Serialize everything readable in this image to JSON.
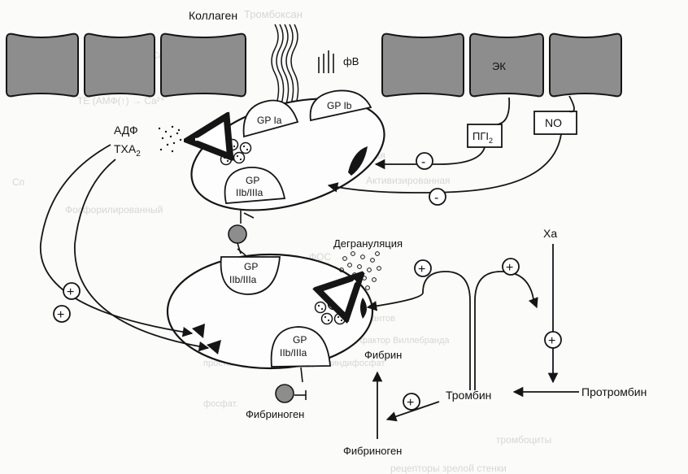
{
  "labels": {
    "collagen": "Коллаген",
    "vwf": "фВ",
    "ek": "ЭК",
    "pgi2_main": "ПГI",
    "pgi2_sub": "2",
    "no": "NO",
    "adp": "АДФ",
    "txa2_main": "ТХА",
    "txa2_sub": "2",
    "gp_ia": "GP Ia",
    "gp_ib": "GP Ib",
    "gp_iibiiia_top_1": "GP",
    "gp_iibiiia_top_2": "IIb/IIIa",
    "gp_iibiiia_mid": "GP IIb/IIIa",
    "gp_iibiiia_low_1": "GP",
    "gp_iibiiia_low_2": "IIb/IIIa",
    "degranulation": "Дегрануляция",
    "xa": "Xa",
    "thrombin": "Тромбин",
    "prothrombin": "Протромбин",
    "fibrin": "Фибрин",
    "fibrinogen_left": "Фибриноген",
    "fibrinogen_bottom": "Фибриноген",
    "plus": "+",
    "minus": "-"
  },
  "colors": {
    "line": "#151515",
    "cell_fill": "#8d8d8d",
    "ghost_text": "#b9b9b9"
  }
}
